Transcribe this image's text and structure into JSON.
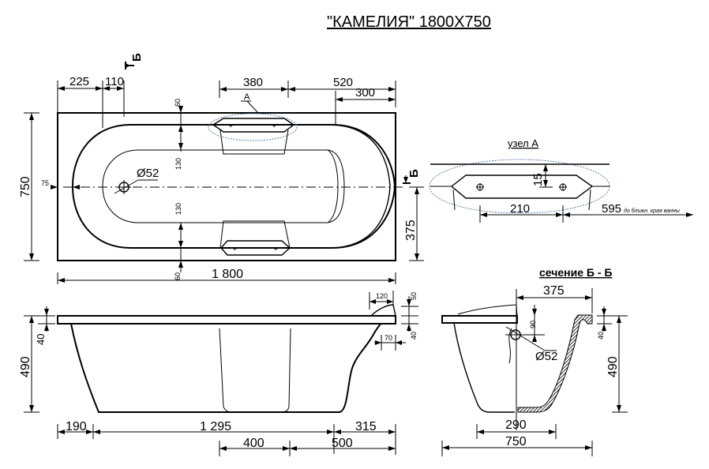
{
  "title": "\"КАМЕЛИЯ\" 1800X750",
  "section_marker": "Б",
  "plan_view": {
    "top_dims": {
      "d225": "225",
      "d110": "110",
      "d380": "380",
      "d520": "520",
      "d300": "300"
    },
    "callout_a": "А",
    "side_dims": {
      "height_750": "750",
      "d75": "75",
      "d375": "375"
    },
    "inner_dims": {
      "top_60": "60",
      "bottom_60": "60",
      "upper_130": "130",
      "lower_130": "130"
    },
    "drain_diameter": "Ø52",
    "length_1800": "1 800"
  },
  "detail_a": {
    "label": "узел А",
    "d15": "15",
    "d210": "210",
    "d595": "595",
    "note_595": "до ближн. края ванны"
  },
  "side_view": {
    "d40": "40",
    "d490": "490",
    "d120": "120",
    "d50": "50",
    "d40_right": "40",
    "d70": "70",
    "bottom_dims": {
      "d190": "190",
      "d1295": "1 295",
      "d315": "315",
      "d400": "400",
      "d500": "500"
    }
  },
  "section_view": {
    "label": "сечение Б - Б",
    "d375": "375",
    "d90": "90",
    "drain_diameter": "Ø52",
    "d40": "40",
    "d490": "490",
    "d290": "290",
    "d750": "750"
  },
  "colors": {
    "line": "#000000",
    "cloud_outline": "#5a7fa8",
    "background": "#ffffff"
  }
}
